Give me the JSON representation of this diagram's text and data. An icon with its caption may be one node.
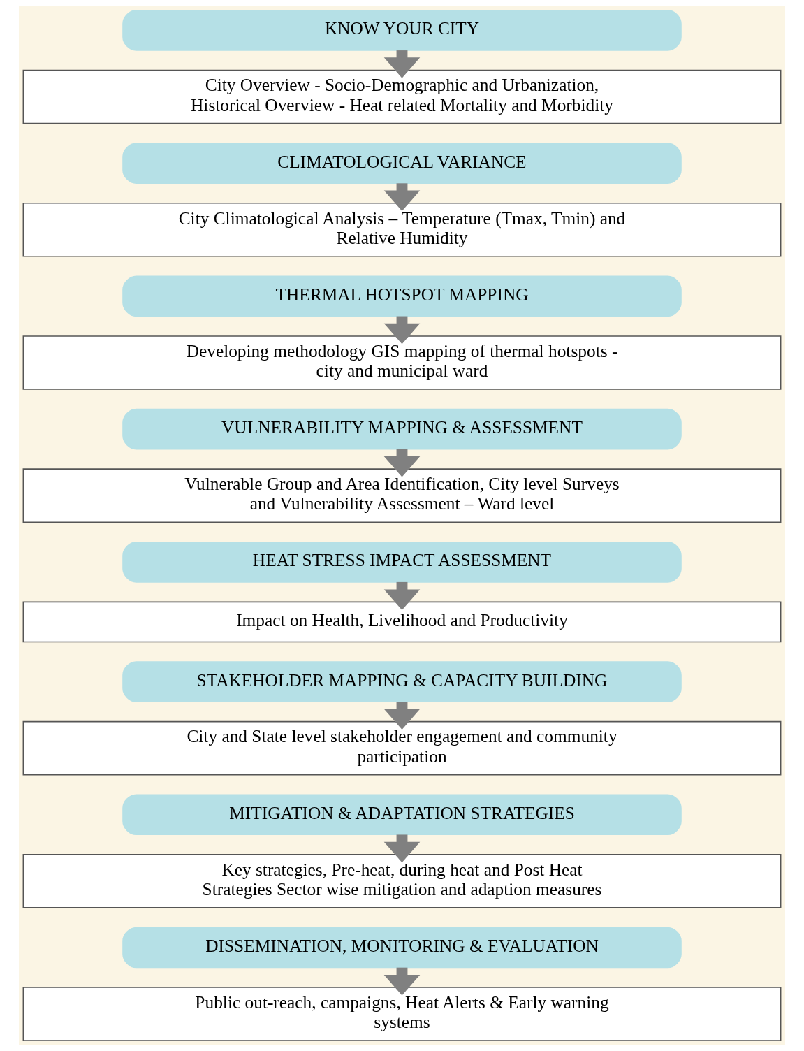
{
  "diagram": {
    "nodes": [
      {
        "text": [
          "KNOW YOUR CITY"
        ]
      },
      {
        "text": [
          "City Overview - Socio-Demographic and Urbanization, Historical Overview - Heat related Mortality and Morbidity"
        ]
      },
      {
        "text": [
          "CLIMATOLOGICAL VARIANCE"
        ]
      },
      {
        "text": [
          "City Climatological Analysis – Temperature (Tmax, Tmin) and Relative Humidity"
        ]
      },
      {
        "text": [
          "THERMAL HOTSPOT MAPPING"
        ]
      },
      {
        "text": [
          "Developing methodology GIS mapping of thermal hotspots - city and municipal ward"
        ]
      },
      {
        "text": [
          "VULNERABILITY MAPPING & ASSESSMENT"
        ]
      },
      {
        "text": [
          "Vulnerable Group and Area Identification, City level Surveys and Vulnerability Assessment – Ward level"
        ]
      },
      {
        "text": [
          "HEAT STRESS IMPACT ASSESSMENT"
        ]
      },
      {
        "text": [
          "Impact on Health, Livelihood and Productivity"
        ]
      },
      {
        "text": [
          "STAKEHOLDER MAPPING & CAPACITY BUILDING"
        ]
      },
      {
        "text": [
          "City and State level stakeholder engagement and community participation"
        ]
      },
      {
        "text": [
          "MITIGATION & ADAPTATION STRATEGIES"
        ]
      },
      {
        "text": [
          "Key strategies, Pre-heat, during heat and Post Heat Strategies Sector wise mitigation and adaption measures"
        ]
      },
      {
        "text": [
          "DISSEMINATION, MONITORING & EVALUATION"
        ]
      },
      {
        "text": [
          "Public out-reach, campaigns, Heat Alerts & Early warning systems"
        ]
      }
    ],
    "edges": [
      {
        "from": 0,
        "to": 1,
        "arrow": "to"
      },
      {
        "from": 2,
        "to": 3,
        "arrow": "to"
      },
      {
        "from": 4,
        "to": 5,
        "arrow": "to"
      },
      {
        "from": 6,
        "to": 7,
        "arrow": "to"
      },
      {
        "from": 8,
        "to": 9,
        "arrow": "to"
      },
      {
        "from": 10,
        "to": 11,
        "arrow": "to"
      },
      {
        "from": 12,
        "to": 13,
        "arrow": "to"
      },
      {
        "from": 14,
        "to": 15,
        "arrow": "to"
      }
    ]
  }
}
